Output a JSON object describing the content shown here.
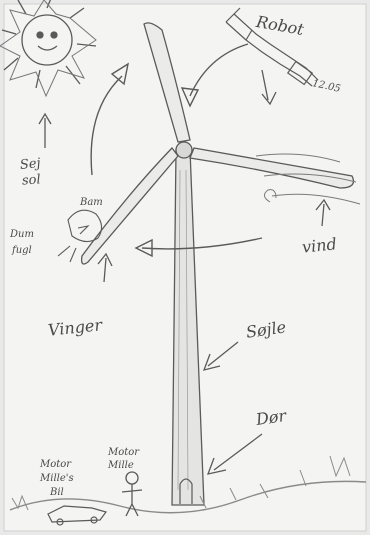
{
  "labels": {
    "sun_line1": "Sej",
    "sun_line2": "sol",
    "robot": "Robot",
    "robot_number": "12.05",
    "bird_bang": "Bam",
    "bird_line1": "Dum",
    "bird_line2": "fugl",
    "wind": "vind",
    "blades": "Vinger",
    "pillar": "Søjle",
    "door": "Dør",
    "car_line1": "Motor",
    "car_line2": "Mille's",
    "car_line3": "Bil",
    "person_line1": "Motor",
    "person_line2": "Mille"
  },
  "colors": {
    "paper": "#f4f4f2",
    "pencil": "#5a5a5a",
    "shade": "#8a8a8a"
  }
}
